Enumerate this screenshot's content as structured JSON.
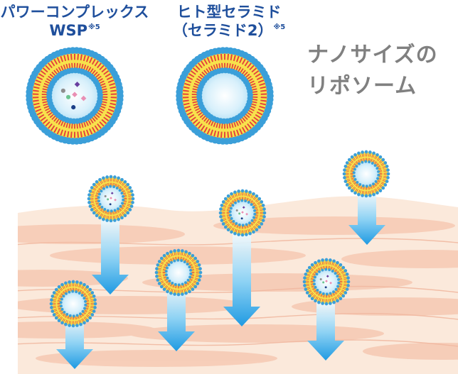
{
  "labels": {
    "wsp": {
      "line1": "パワーコンプレックス",
      "line2": "WSP",
      "note": "※5"
    },
    "ceramide": {
      "line1": "ヒト型セラミド",
      "line2": "（セラミド2）",
      "note": "※5"
    },
    "nano": {
      "line1": "ナノサイズの",
      "line2": "リポソーム"
    }
  },
  "colors": {
    "title_blue": "#1f4f9c",
    "title_gray": "#808080",
    "skin_light": "#fbe9db",
    "skin_band": "#f6c9b3",
    "membrane_yellow": "#f7e24c",
    "tail_red": "#e3413c",
    "head_blue": "#3b9fd9",
    "core_blue": "#dcf1fb",
    "arrow_blue": "#2a9ee0"
  }
}
